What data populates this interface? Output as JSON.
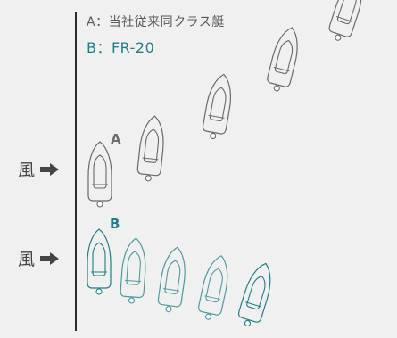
{
  "legend": {
    "a": "A：当社従来同クラス艇",
    "b": "B：FR-20"
  },
  "wind": {
    "label_1": "風",
    "label_2": "風"
  },
  "boats": {
    "a_label": "A",
    "b_label": "B"
  },
  "colors": {
    "line_dark": "#2a2a2a",
    "boat_gray": "#6a6a6a",
    "boat_teal": "#1f7f86",
    "boat_teal_light": "#4e9aa0"
  }
}
